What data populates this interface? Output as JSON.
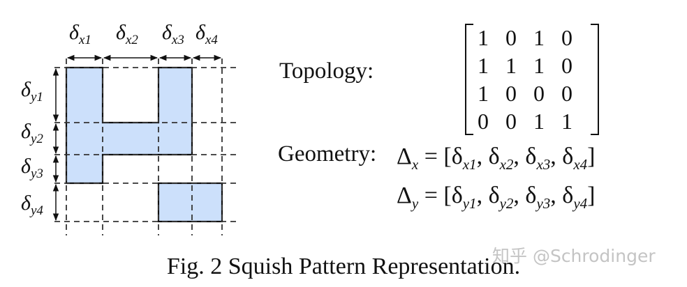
{
  "diagram": {
    "x_labels": [
      "δx1",
      "δx2",
      "δx3",
      "δx4"
    ],
    "y_labels": [
      "δy1",
      "δy2",
      "δy3",
      "δy4"
    ],
    "fill_color": "#cce0fb",
    "outline_color": "#111111",
    "grid_color": "#333333"
  },
  "topology": {
    "label": "Topology:",
    "matrix": [
      [
        "1",
        "0",
        "1",
        "0"
      ],
      [
        "1",
        "1",
        "1",
        "0"
      ],
      [
        "1",
        "0",
        "0",
        "0"
      ],
      [
        "0",
        "0",
        "1",
        "1"
      ]
    ]
  },
  "geometry": {
    "label": "Geometry:",
    "delta_x": "Δx = [δx1, δx2, δx3, δx4]",
    "delta_y": "Δy = [δy1, δy2, δy3, δy4]"
  },
  "caption": "Fig. 2 Squish Pattern Representation.",
  "watermark": "知乎 @Schrodinger"
}
